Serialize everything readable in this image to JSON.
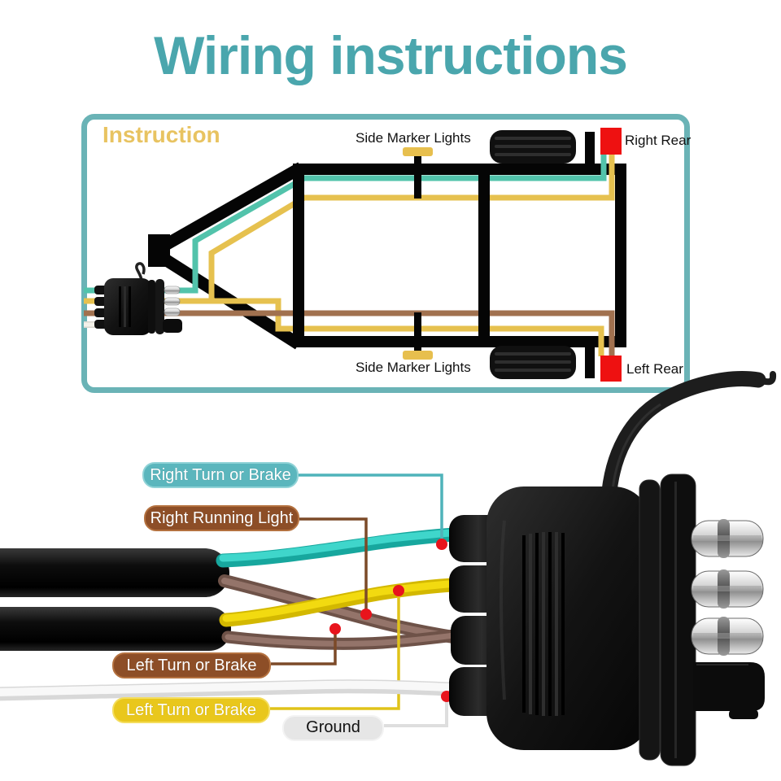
{
  "title": "Wiring instructions",
  "instruction_panel": {
    "heading": "Instruction",
    "side_marker_top": "Side Marker Lights",
    "side_marker_bottom": "Side Marker Lights",
    "right_rear": "Right Rear",
    "left_rear": "Left Rear",
    "trailer_wires": [
      {
        "name": "right-turn-or-brake",
        "color": "#52c3ab",
        "routes_to": "Right Rear"
      },
      {
        "name": "running-light",
        "color": "#e6c14f",
        "routes_to": "Right Rear, Left Rear, Side Marker Lights"
      },
      {
        "name": "left-turn-or-brake",
        "color": "#a1714f",
        "routes_to": "Left Rear"
      },
      {
        "name": "ground",
        "color": "#f2efe9",
        "routes_to": "connector"
      }
    ],
    "marker_light_color": "#e7bf4e",
    "rear_light_color": "#ee1111"
  },
  "harness": {
    "labels": [
      {
        "id": "right-turn-or-brake",
        "text": "Right Turn or Brake",
        "bg": "#5bb6bd",
        "wire_color": "#2fc9bf"
      },
      {
        "id": "right-running-light",
        "text": "Right Running Light",
        "bg": "#8d4e27",
        "wire_color": "#8b6a5e"
      },
      {
        "id": "left-turn-or-brake-brown",
        "text": "Left Turn or Brake",
        "bg": "#8d4e27",
        "wire_color": "#8b6a5e"
      },
      {
        "id": "left-turn-or-brake-yellow",
        "text": "Left Turn or Brake",
        "bg": "#e9c71c",
        "wire_color": "#eed606"
      },
      {
        "id": "ground",
        "text": "Ground",
        "bg": "#e6e6e6",
        "wire_color": "#f4f4f4"
      }
    ],
    "callout_dot_color": "#e8141c",
    "connector_pins": 4
  },
  "colors": {
    "title": "#4aa6ad",
    "panel_border": "#6ab3b6",
    "panel_heading": "#e8c361"
  }
}
